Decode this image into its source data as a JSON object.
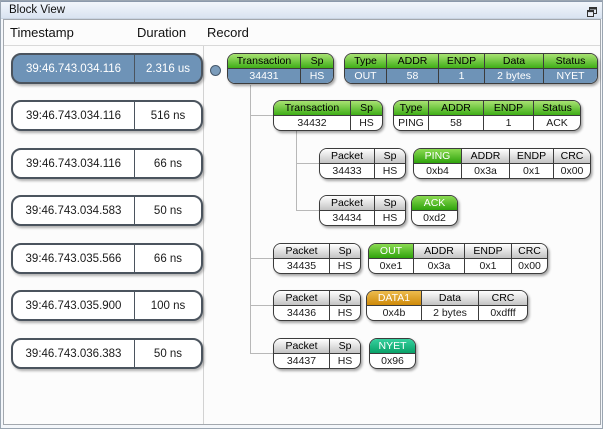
{
  "window": {
    "title": "Block View"
  },
  "columns": {
    "timestamp": "Timestamp",
    "duration": "Duration",
    "record": "Record"
  },
  "rows": [
    {
      "timestamp": "39:46.743.034.116",
      "duration": "2.316 us"
    },
    {
      "timestamp": "39:46.743.034.116",
      "duration": "516 ns"
    },
    {
      "timestamp": "39:46.743.034.116",
      "duration": "66 ns"
    },
    {
      "timestamp": "39:46.743.034.583",
      "duration": "50 ns"
    },
    {
      "timestamp": "39:46.743.035.566",
      "duration": "66 ns"
    },
    {
      "timestamp": "39:46.743.035.900",
      "duration": "100 ns"
    },
    {
      "timestamp": "39:46.743.036.383",
      "duration": "50 ns"
    }
  ],
  "records": {
    "t34431": {
      "h": [
        "Transaction",
        "Sp"
      ],
      "v": [
        "34431",
        "HS"
      ]
    },
    "t34431_fields": {
      "h": [
        "Type",
        "ADDR",
        "ENDP",
        "Data",
        "Status"
      ],
      "v": [
        "OUT",
        "58",
        "1",
        "2 bytes",
        "NYET"
      ]
    },
    "t34432": {
      "h": [
        "Transaction",
        "Sp"
      ],
      "v": [
        "34432",
        "HS"
      ]
    },
    "t34432_fields": {
      "h": [
        "Type",
        "ADDR",
        "ENDP",
        "Status"
      ],
      "v": [
        "PING",
        "58",
        "1",
        "ACK"
      ]
    },
    "p34433": {
      "h": [
        "Packet",
        "Sp"
      ],
      "v": [
        "34433",
        "HS"
      ]
    },
    "p34433_fields": {
      "h": [
        "PING",
        "ADDR",
        "ENDP",
        "CRC"
      ],
      "v": [
        "0xb4",
        "0x3a",
        "0x1",
        "0x00"
      ]
    },
    "p34434": {
      "h": [
        "Packet",
        "Sp"
      ],
      "v": [
        "34434",
        "HS"
      ]
    },
    "p34434_fields": {
      "h": [
        "ACK"
      ],
      "v": [
        "0xd2"
      ]
    },
    "p34435": {
      "h": [
        "Packet",
        "Sp"
      ],
      "v": [
        "34435",
        "HS"
      ]
    },
    "p34435_fields": {
      "h": [
        "OUT",
        "ADDR",
        "ENDP",
        "CRC"
      ],
      "v": [
        "0xe1",
        "0x3a",
        "0x1",
        "0x00"
      ]
    },
    "p34436": {
      "h": [
        "Packet",
        "Sp"
      ],
      "v": [
        "34436",
        "HS"
      ]
    },
    "p34436_fields": {
      "h": [
        "DATA1",
        "Data",
        "CRC"
      ],
      "v": [
        "0x4b",
        "2 bytes",
        "0xdfff"
      ]
    },
    "p34437": {
      "h": [
        "Packet",
        "Sp"
      ],
      "v": [
        "34437",
        "HS"
      ]
    },
    "p34437_fields": {
      "h": [
        "NYET"
      ],
      "v": [
        "0x96"
      ]
    }
  },
  "colors": {
    "selected_row_blue": "#6e93b7",
    "transaction_header_green": "#3fae17",
    "pid_green": "#2fa30d",
    "pid_orange": "#cf8a0a",
    "pid_teal": "#09a168",
    "packet_header_gray": "#c4c4c4"
  }
}
